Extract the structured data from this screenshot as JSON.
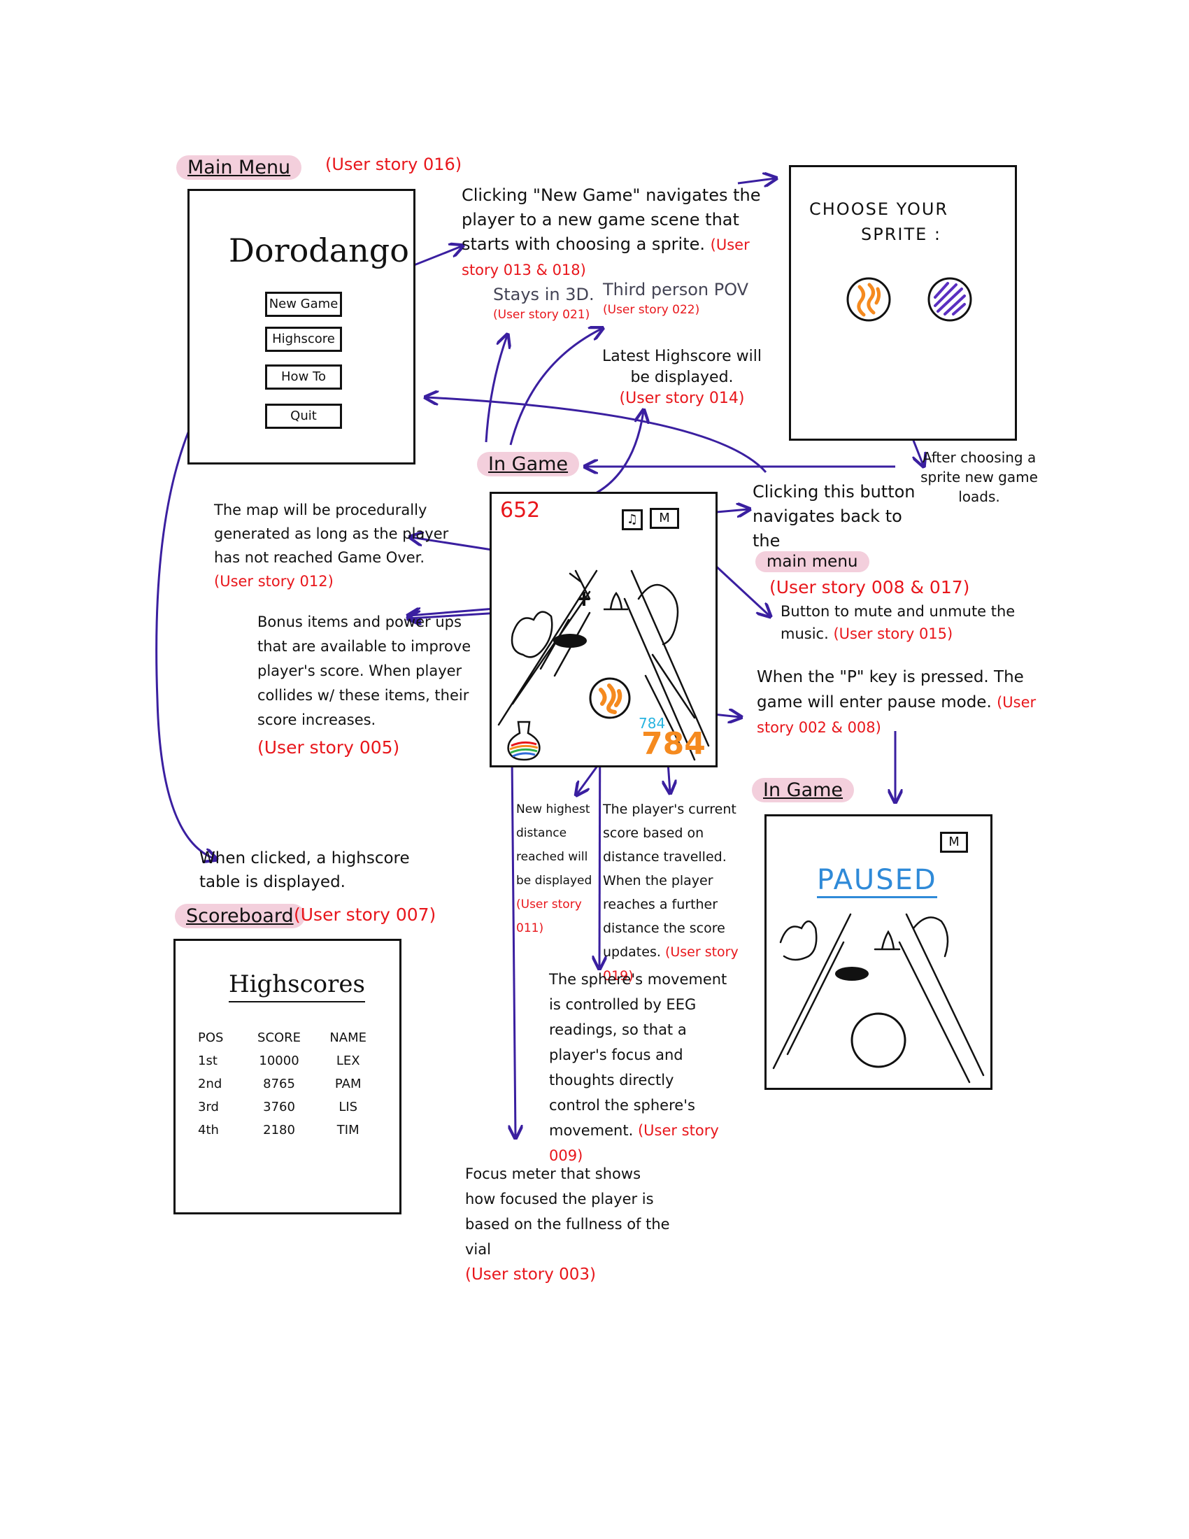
{
  "main_menu": {
    "section_label": "Main Menu",
    "story": "(User story 016)",
    "title": "Dorodango",
    "buttons": [
      "New Game",
      "Highscore",
      "How To",
      "Quit"
    ]
  },
  "new_game_note": {
    "text": "Clicking \"New Game\" navigates the player to a new game scene that starts with choosing a sprite.",
    "story": "(User story 013 & 018)"
  },
  "sprite_screen": {
    "title_line1": "CHOOSE YOUR",
    "title_line2": "SPRITE :"
  },
  "sprite_note": {
    "text": "After choosing a sprite new game loads."
  },
  "stays_3d": {
    "text": "Stays in 3D.",
    "story": "(User story 021)"
  },
  "third_person": {
    "text": "Third person POV",
    "story": "(User story 022)"
  },
  "latest_highscore": {
    "text": "Latest Highscore will be displayed.",
    "story": "(User story 014)"
  },
  "in_game": {
    "section_label": "In Game",
    "highscore": "652",
    "distance_small": "784",
    "score_big": "784",
    "mute_label": "M"
  },
  "back_note": {
    "text": "Clicking this button navigates back to the",
    "highlight": "main menu",
    "story": "(User story 008 & 017)"
  },
  "mute_note": {
    "text": "Button to mute and unmute the music.",
    "story": "(User story 015)"
  },
  "map_note": {
    "text": "The map will be procedurally generated as long as the player has not reached Game Over.",
    "story": "(User story 012)"
  },
  "bonus_note": {
    "text": "Bonus items and power ups that are available to improve player's score. When player collides w/ these items, their score increases.",
    "story": "(User story 005)"
  },
  "pause_note": {
    "text": "When the \"P\" key is pressed. The game will enter pause mode.",
    "story": "(User story 002 & 008)"
  },
  "pause_screen": {
    "section_label": "In Game",
    "paused_text": "PAUSED",
    "mute_label": "M"
  },
  "distance_note": {
    "text": "New highest distance reached will be displayed",
    "story": "(User story 011)"
  },
  "score_note": {
    "text": "The player's current score based on distance travelled. When the player reaches a further distance the score updates.",
    "story": "(User story 019)"
  },
  "eeg_note": {
    "text": "The sphere's movement is controlled by EEG readings, so that a player's focus and thoughts directly control the sphere's movement.",
    "story": "(User story 009)"
  },
  "focus_note": {
    "text": "Focus meter that shows how focused the player is based on the fullness of the vial",
    "story": "(User story 003)"
  },
  "highscore_note": {
    "text": "When clicked, a highscore table is displayed."
  },
  "scoreboard": {
    "section_label": "Scoreboard",
    "story": "(User story 007)",
    "title": "Highscores",
    "headers": [
      "POS",
      "SCORE",
      "NAME"
    ],
    "rows": [
      [
        "1st",
        "10000",
        "LEX"
      ],
      [
        "2nd",
        "8765",
        "PAM"
      ],
      [
        "3rd",
        "3760",
        "LIS"
      ],
      [
        "4th",
        "2180",
        "TIM"
      ]
    ]
  },
  "colors": {
    "arrow": "#3a1fa0",
    "story": "#e8161b",
    "highlight": "#f3cfdc",
    "paused": "#2f8ad8",
    "score": "#f58a1f",
    "distance": "#28b4e0"
  }
}
